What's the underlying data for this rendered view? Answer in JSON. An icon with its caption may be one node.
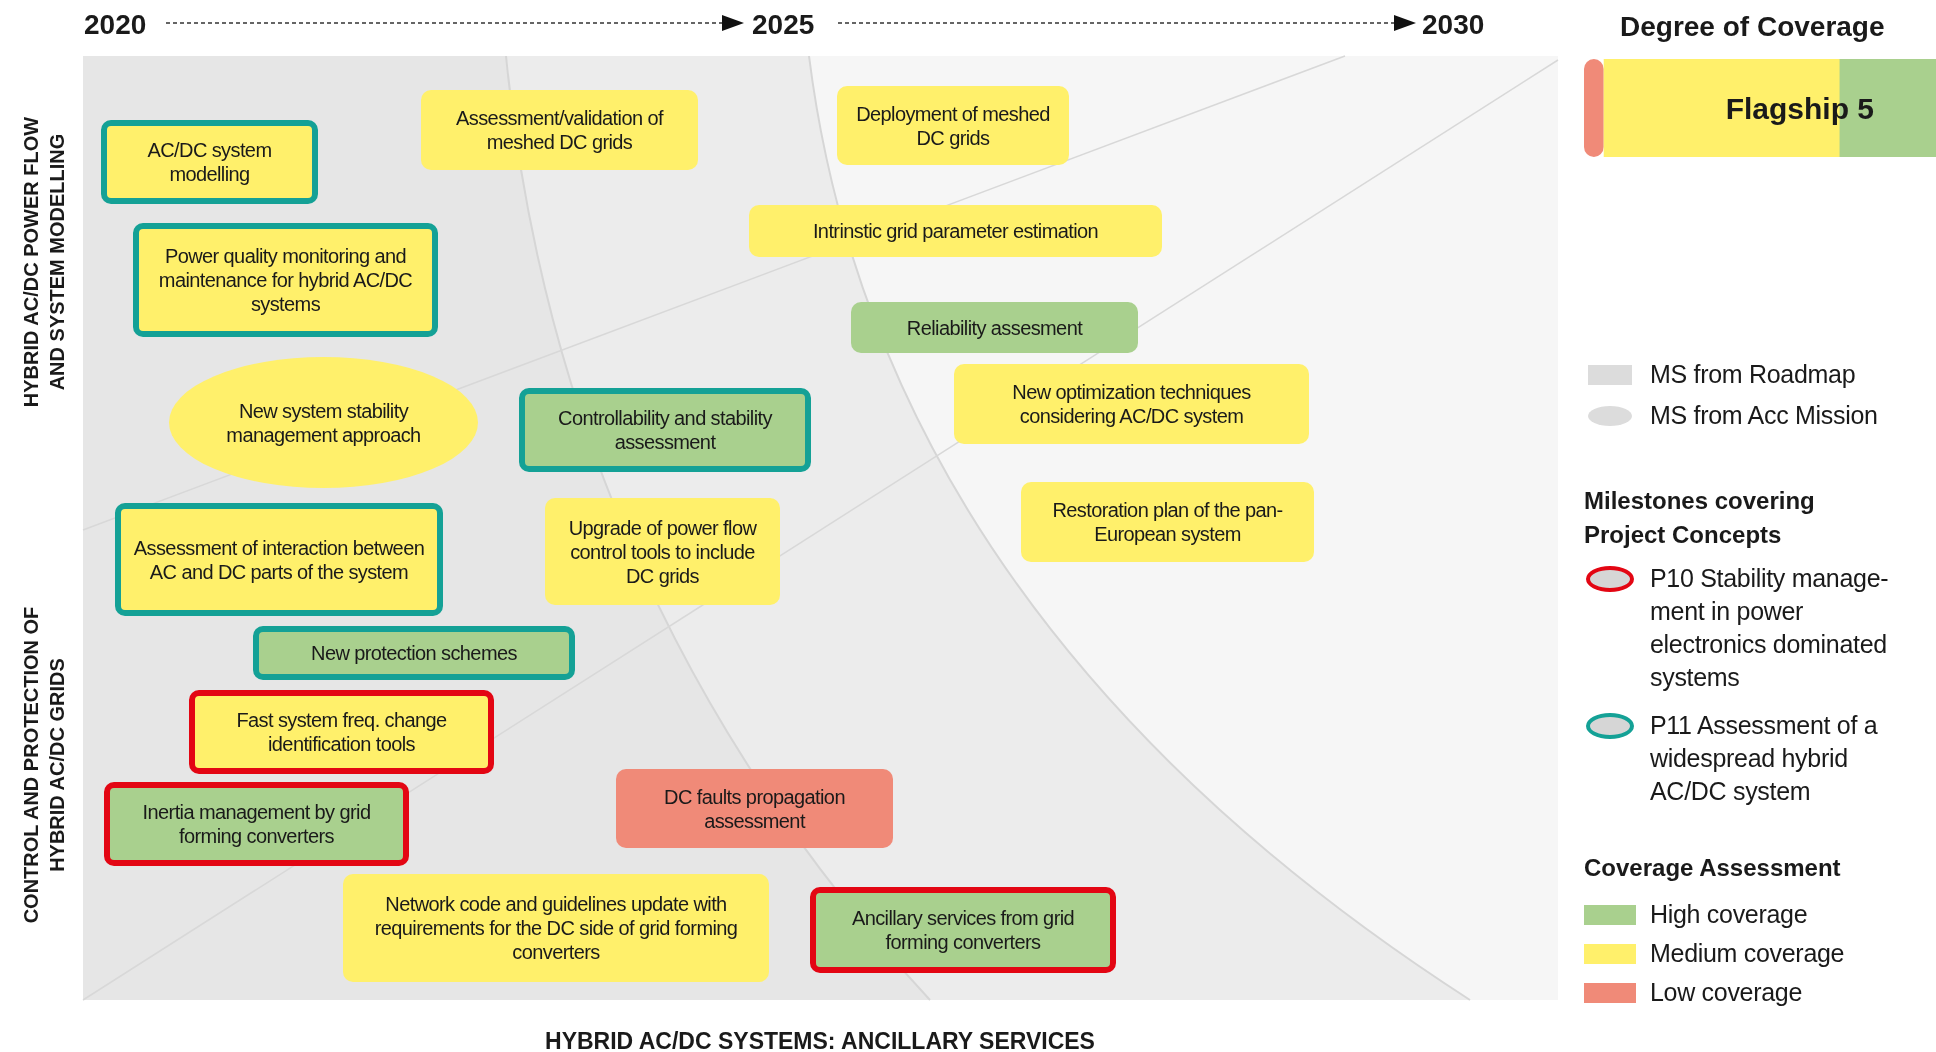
{
  "diagram": {
    "nodes": [
      {
        "text": [
          "AC/DC system modelling"
        ]
      },
      {
        "text": [
          "Assessment/validation of meshed DC grids"
        ]
      },
      {
        "text": [
          "Deployment of meshed DC grids"
        ]
      },
      {
        "text": [
          "Power quality monitoring and maintenance for hybrid AC/DC systems"
        ]
      },
      {
        "text": [
          "Intrinstic grid parameter estimation"
        ]
      },
      {
        "text": [
          "Reliability assesment"
        ]
      },
      {
        "text": [
          "New system stability management approach"
        ]
      },
      {
        "text": [
          "Controllability and stability assessment"
        ]
      },
      {
        "text": [
          "New optimization techniques considering AC/DC system"
        ]
      },
      {
        "text": [
          "Assessment of interaction between AC and DC parts of the system"
        ]
      },
      {
        "text": [
          "Upgrade of power flow control tools to include DC grids"
        ]
      },
      {
        "text": [
          "Restoration plan of the pan-European system"
        ]
      },
      {
        "text": [
          "New protection schemes"
        ]
      },
      {
        "text": [
          "Fast system freq. change identification tools"
        ]
      },
      {
        "text": [
          "Inertia management by grid forming converters"
        ]
      },
      {
        "text": [
          "DC faults propagation assessment"
        ]
      },
      {
        "text": [
          "Network code and guidelines update with requirements for the DC side of grid forming converters"
        ]
      },
      {
        "text": [
          "Ancillary services from grid forming converters"
        ]
      },
      {
        "text": [
          "Flagship 5"
        ]
      }
    ],
    "labels": [
      "2020",
      "2025",
      "2030",
      "Degree of Coverage",
      "HYBRID AC/DC POWER FLOW AND SYSTEM MODELLING",
      "CONTROL AND PROTECTION OF HYBRID AC/DC GRIDS",
      "Milestones covering Project Concepts",
      "Coverage Assessment",
      "HYBRID AC/DC SYSTEMS: ANCILLARY SERVICES"
    ],
    "legend": [
      {
        "text": "MS from Roadmap"
      },
      {
        "text": "MS from Acc Mission"
      },
      {
        "text": "P10 Stability manage-ment in power electronics dominated systems"
      },
      {
        "text": "P11 Assessment of a widespread hybrid AC/DC system"
      },
      {
        "text": "High coverage",
        "color": "#a9d08e"
      },
      {
        "text": "Medium coverage",
        "color": "#fff06b"
      },
      {
        "text": "Low coverage",
        "color": "#f08a78"
      }
    ]
  }
}
